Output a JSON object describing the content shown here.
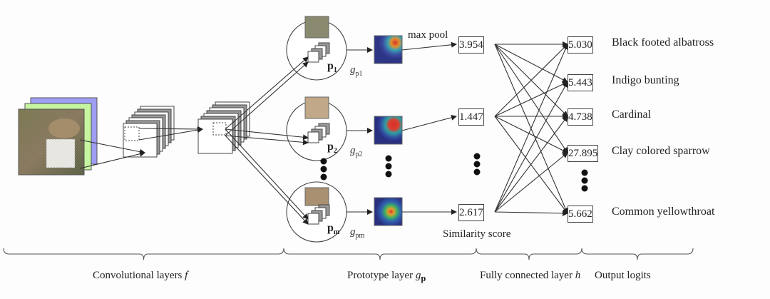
{
  "figure": {
    "pooling_label": "max pool",
    "similarity_label": "Similarity score",
    "prototypes": [
      {
        "name": "p",
        "index": "1",
        "g_label": "g",
        "g_sub": "p1",
        "similarity": "3.954"
      },
      {
        "name": "p",
        "index": "2",
        "g_label": "g",
        "g_sub": "p2",
        "similarity": "1.447"
      },
      {
        "name": "p",
        "index": "m",
        "g_label": "g",
        "g_sub": "pm",
        "similarity": "2.617"
      }
    ],
    "outputs": [
      {
        "value": "5.030",
        "class": "Black footed albatross"
      },
      {
        "value": "5.443",
        "class": "Indigo bunting"
      },
      {
        "value": "4.738",
        "class": "Cardinal"
      },
      {
        "value": "27.895",
        "class": "Clay colored sparrow"
      },
      {
        "value": "5.662",
        "class": "Common yellowthroat"
      }
    ],
    "sections": [
      {
        "label": "Convolutional layers ",
        "italic": "f",
        "bold": ""
      },
      {
        "label": "Prototype layer ",
        "italic": "g",
        "bold": "p"
      },
      {
        "label": "Fully connected layer ",
        "italic": "h",
        "bold": ""
      },
      {
        "label": "Output logits",
        "italic": "",
        "bold": ""
      }
    ],
    "colors": {
      "input_back": "#9e9ef5",
      "input_mid": "#c6f5a0",
      "stroke": "#333333"
    }
  }
}
